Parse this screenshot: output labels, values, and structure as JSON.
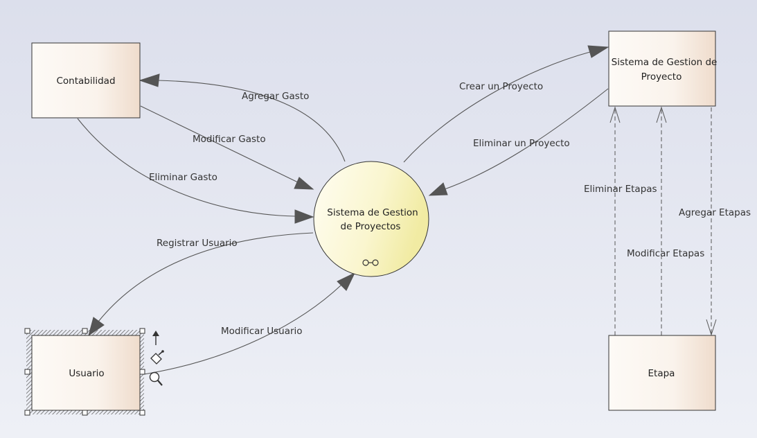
{
  "nodes": {
    "contabilidad": {
      "label": "Contabilidad"
    },
    "sistema_proyecto": {
      "label_line1": "Sistema de Gestion de",
      "label_line2": "Proyecto"
    },
    "proceso": {
      "label_line1": "Sistema de Gestion",
      "label_line2": "de Proyectos"
    },
    "usuario": {
      "label": "Usuario"
    },
    "etapa": {
      "label": "Etapa"
    }
  },
  "edges": {
    "agregar_gasto": "Agregar Gasto",
    "modificar_gasto": "Modificar Gasto",
    "eliminar_gasto": "Eliminar Gasto",
    "registrar_usuario": "Registrar Usuario",
    "modificar_usuario": "Modificar Usuario",
    "crear_proyecto": "Crear un Proyecto",
    "eliminar_proyecto": "Eliminar un Proyecto",
    "eliminar_etapas": "Eliminar Etapas",
    "modificar_etapas": "Modificar Etapas",
    "agregar_etapas": "Agregar Etapas"
  },
  "colors": {
    "entity_fill_light": "#fdfaf6",
    "entity_fill_dark": "#efdccc",
    "process_fill_light": "#fffdf0",
    "process_fill_dark": "#f3eeaa"
  }
}
